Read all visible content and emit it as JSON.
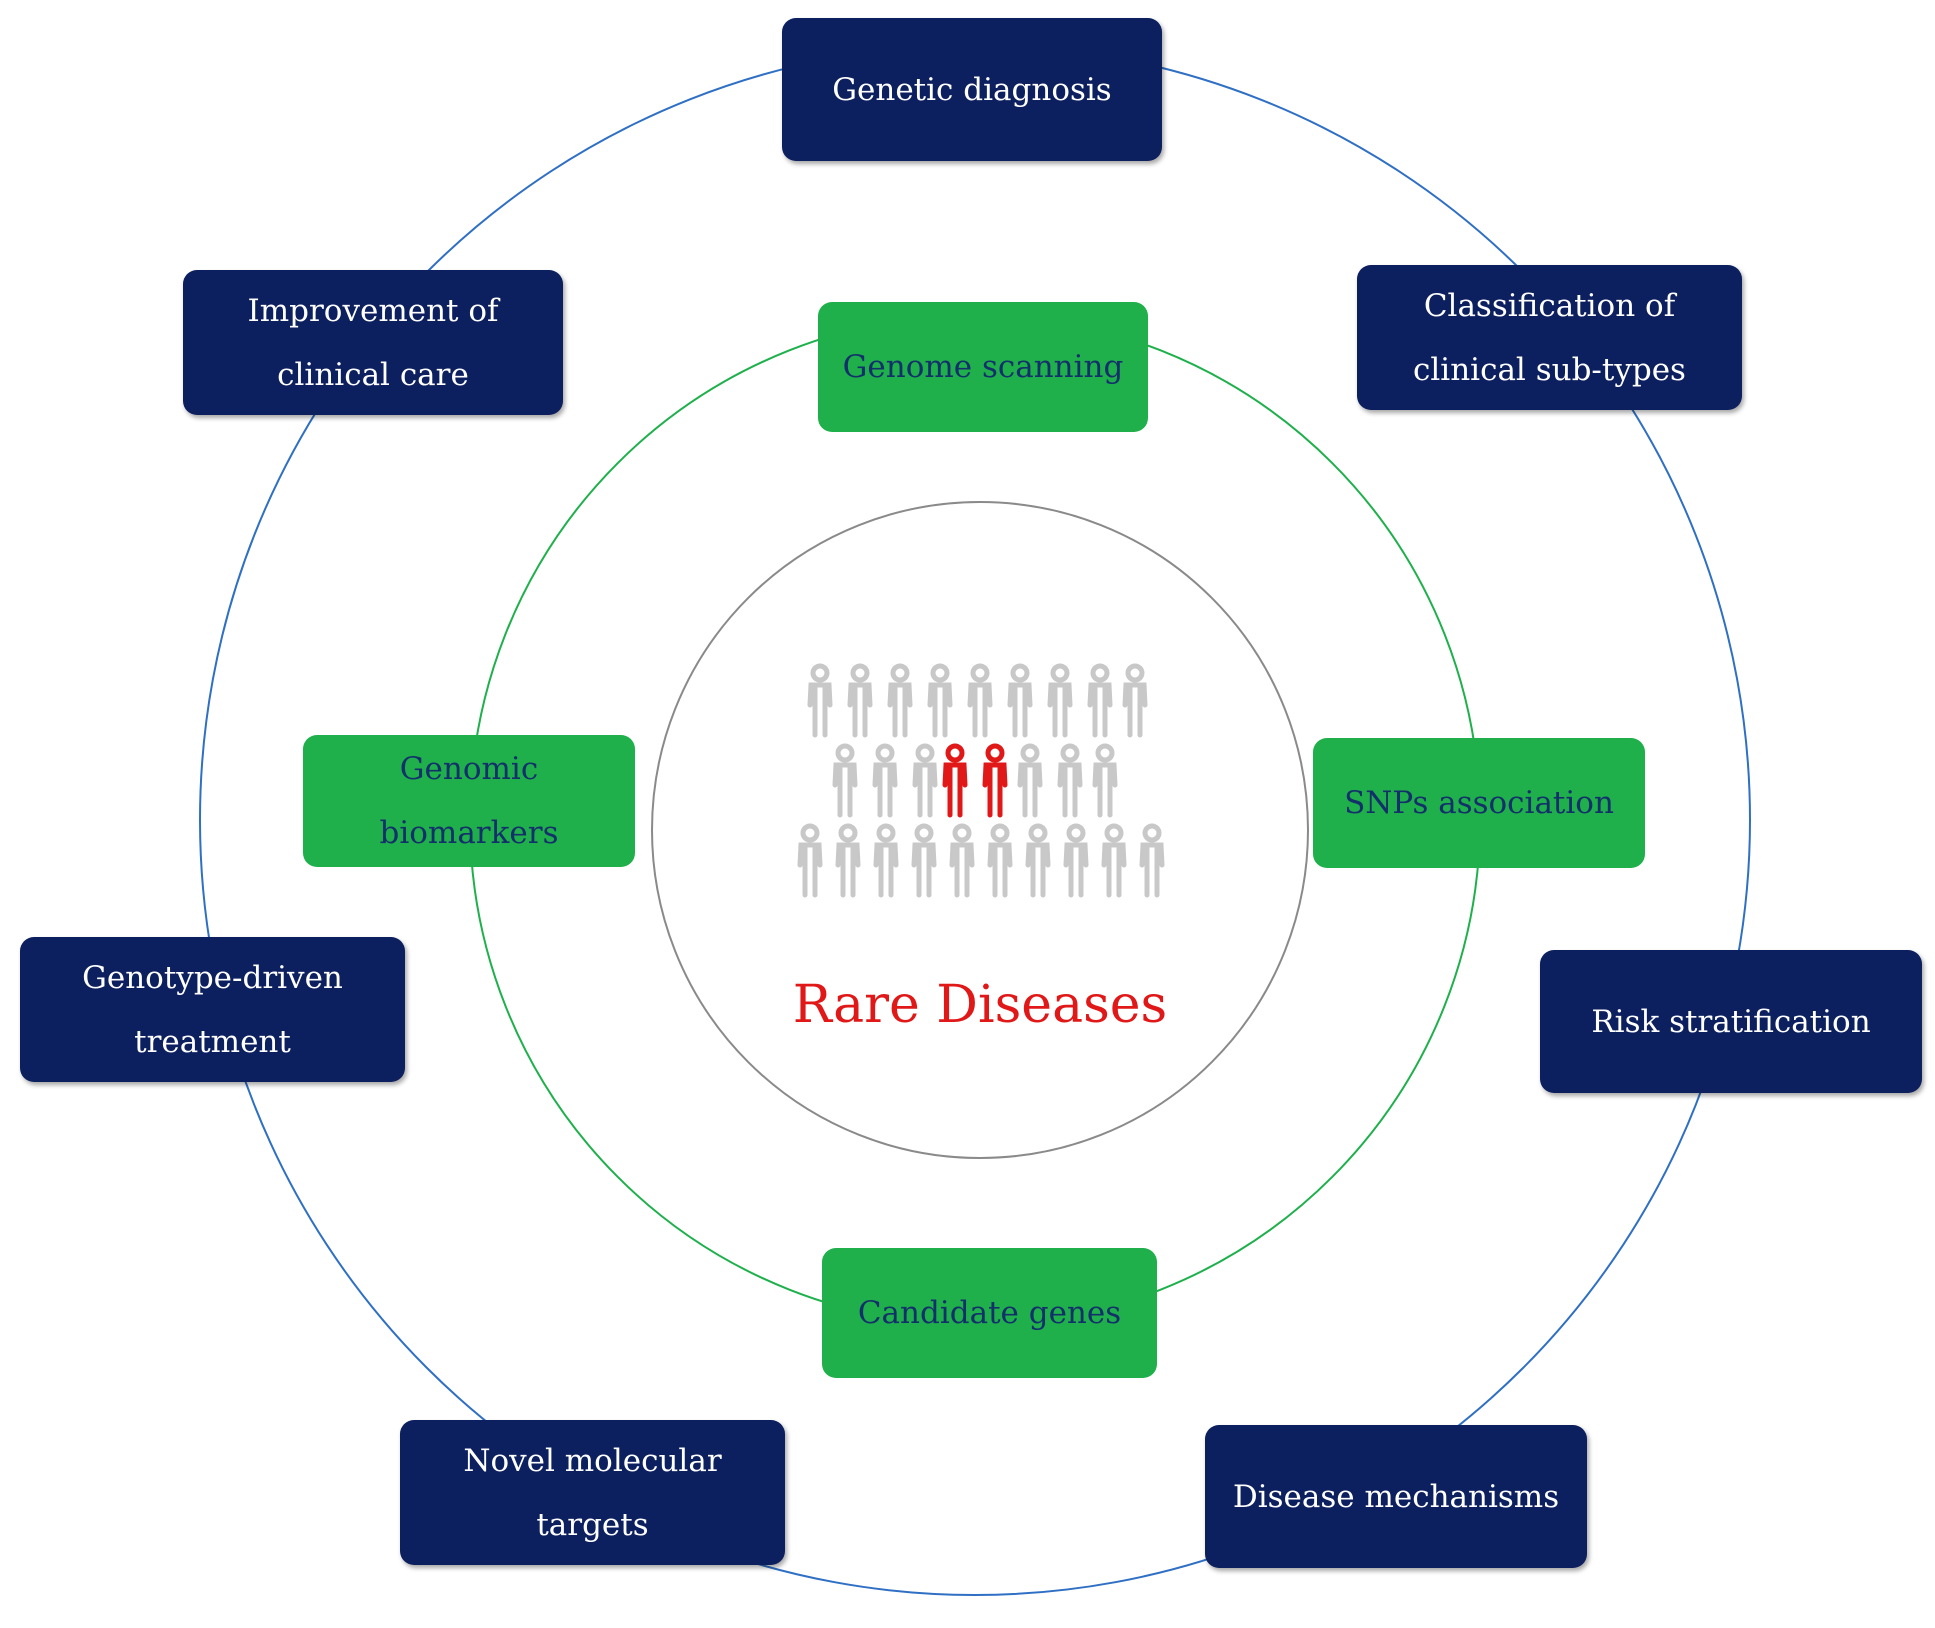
{
  "colors": {
    "outer_box": "#0c1f5e",
    "outer_text": "#ffffff",
    "inner_box": "#1fb04c",
    "inner_text": "#14306a",
    "outer_ring": "#2f6fc4",
    "inner_ring": "#1fb04c",
    "center_ring": "#8a8a8a",
    "highlight": "#e01818",
    "crowd": "#c8c8c8"
  },
  "center": {
    "title": "Rare Diseases",
    "icon": "people-crowd-icon"
  },
  "inner_ring": {
    "items": [
      {
        "lines": [
          "Genome scanning"
        ]
      },
      {
        "lines": [
          "SNPs association"
        ]
      },
      {
        "lines": [
          "Candidate genes"
        ]
      },
      {
        "lines": [
          "Genomic",
          "biomarkers"
        ]
      }
    ]
  },
  "outer_ring": {
    "items": [
      {
        "lines": [
          "Genetic diagnosis"
        ]
      },
      {
        "lines": [
          "Classification of",
          "clinical sub-types"
        ]
      },
      {
        "lines": [
          "Risk stratification"
        ]
      },
      {
        "lines": [
          "Disease mechanisms"
        ]
      },
      {
        "lines": [
          "Novel molecular",
          "targets"
        ]
      },
      {
        "lines": [
          "Genotype-driven",
          "treatment"
        ]
      },
      {
        "lines": [
          "Improvement of",
          "clinical care"
        ]
      }
    ]
  }
}
